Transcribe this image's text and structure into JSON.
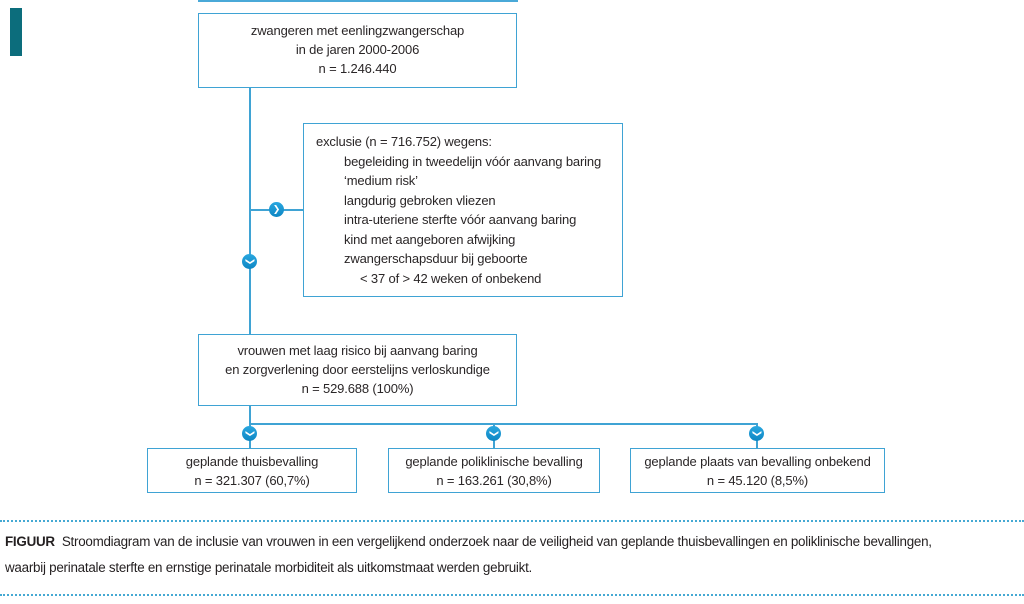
{
  "palette": {
    "line_blue": "#3fa3d4",
    "node_blue": "#1895d2",
    "dotted_teal": "#45a9d3",
    "accent_teal": "#0c6d7c",
    "text": "#231f20"
  },
  "icons": {
    "chevron": "❯"
  },
  "diagram": {
    "top_box": {
      "lines": [
        "zwangeren met eenlingzwangerschap",
        "in de jaren 2000-2006",
        "n = 1.246.440"
      ]
    },
    "exclusion_box": {
      "title": "exclusie (n = 716.752) wegens:",
      "items": [
        "begeleiding in tweedelijn vóór aanvang baring",
        "‘medium risk’",
        "langdurig gebroken vliezen",
        "intra-uteriene sterfte vóór aanvang baring",
        "kind met aangeboren afwijking",
        "zwangerschapsduur bij geboorte"
      ],
      "continuation": "< 37 of > 42 weken of onbekend"
    },
    "middle_box": {
      "lines": [
        "vrouwen met laag risico bij aanvang baring",
        "en zorgverlening door eerstelijns verloskundige",
        "n = 529.688 (100%)"
      ]
    },
    "bottom_boxes": [
      {
        "lines": [
          "geplande thuisbevalling",
          "n = 321.307 (60,7%)"
        ]
      },
      {
        "lines": [
          "geplande poliklinische bevalling",
          "n = 163.261 (30,8%)"
        ]
      },
      {
        "lines": [
          "geplande plaats van bevalling onbekend",
          "n = 45.120 (8,5%)"
        ]
      }
    ]
  },
  "caption": {
    "label": "FIGUUR",
    "line1": "Stroomdiagram van de inclusie van vrouwen in een vergelijkend onderzoek naar de veiligheid van geplande thuisbevallingen en poliklinische bevallingen,",
    "line2": "waarbij perinatale sterfte en ernstige perinatale morbiditeit als uitkomstmaat werden gebruikt."
  }
}
